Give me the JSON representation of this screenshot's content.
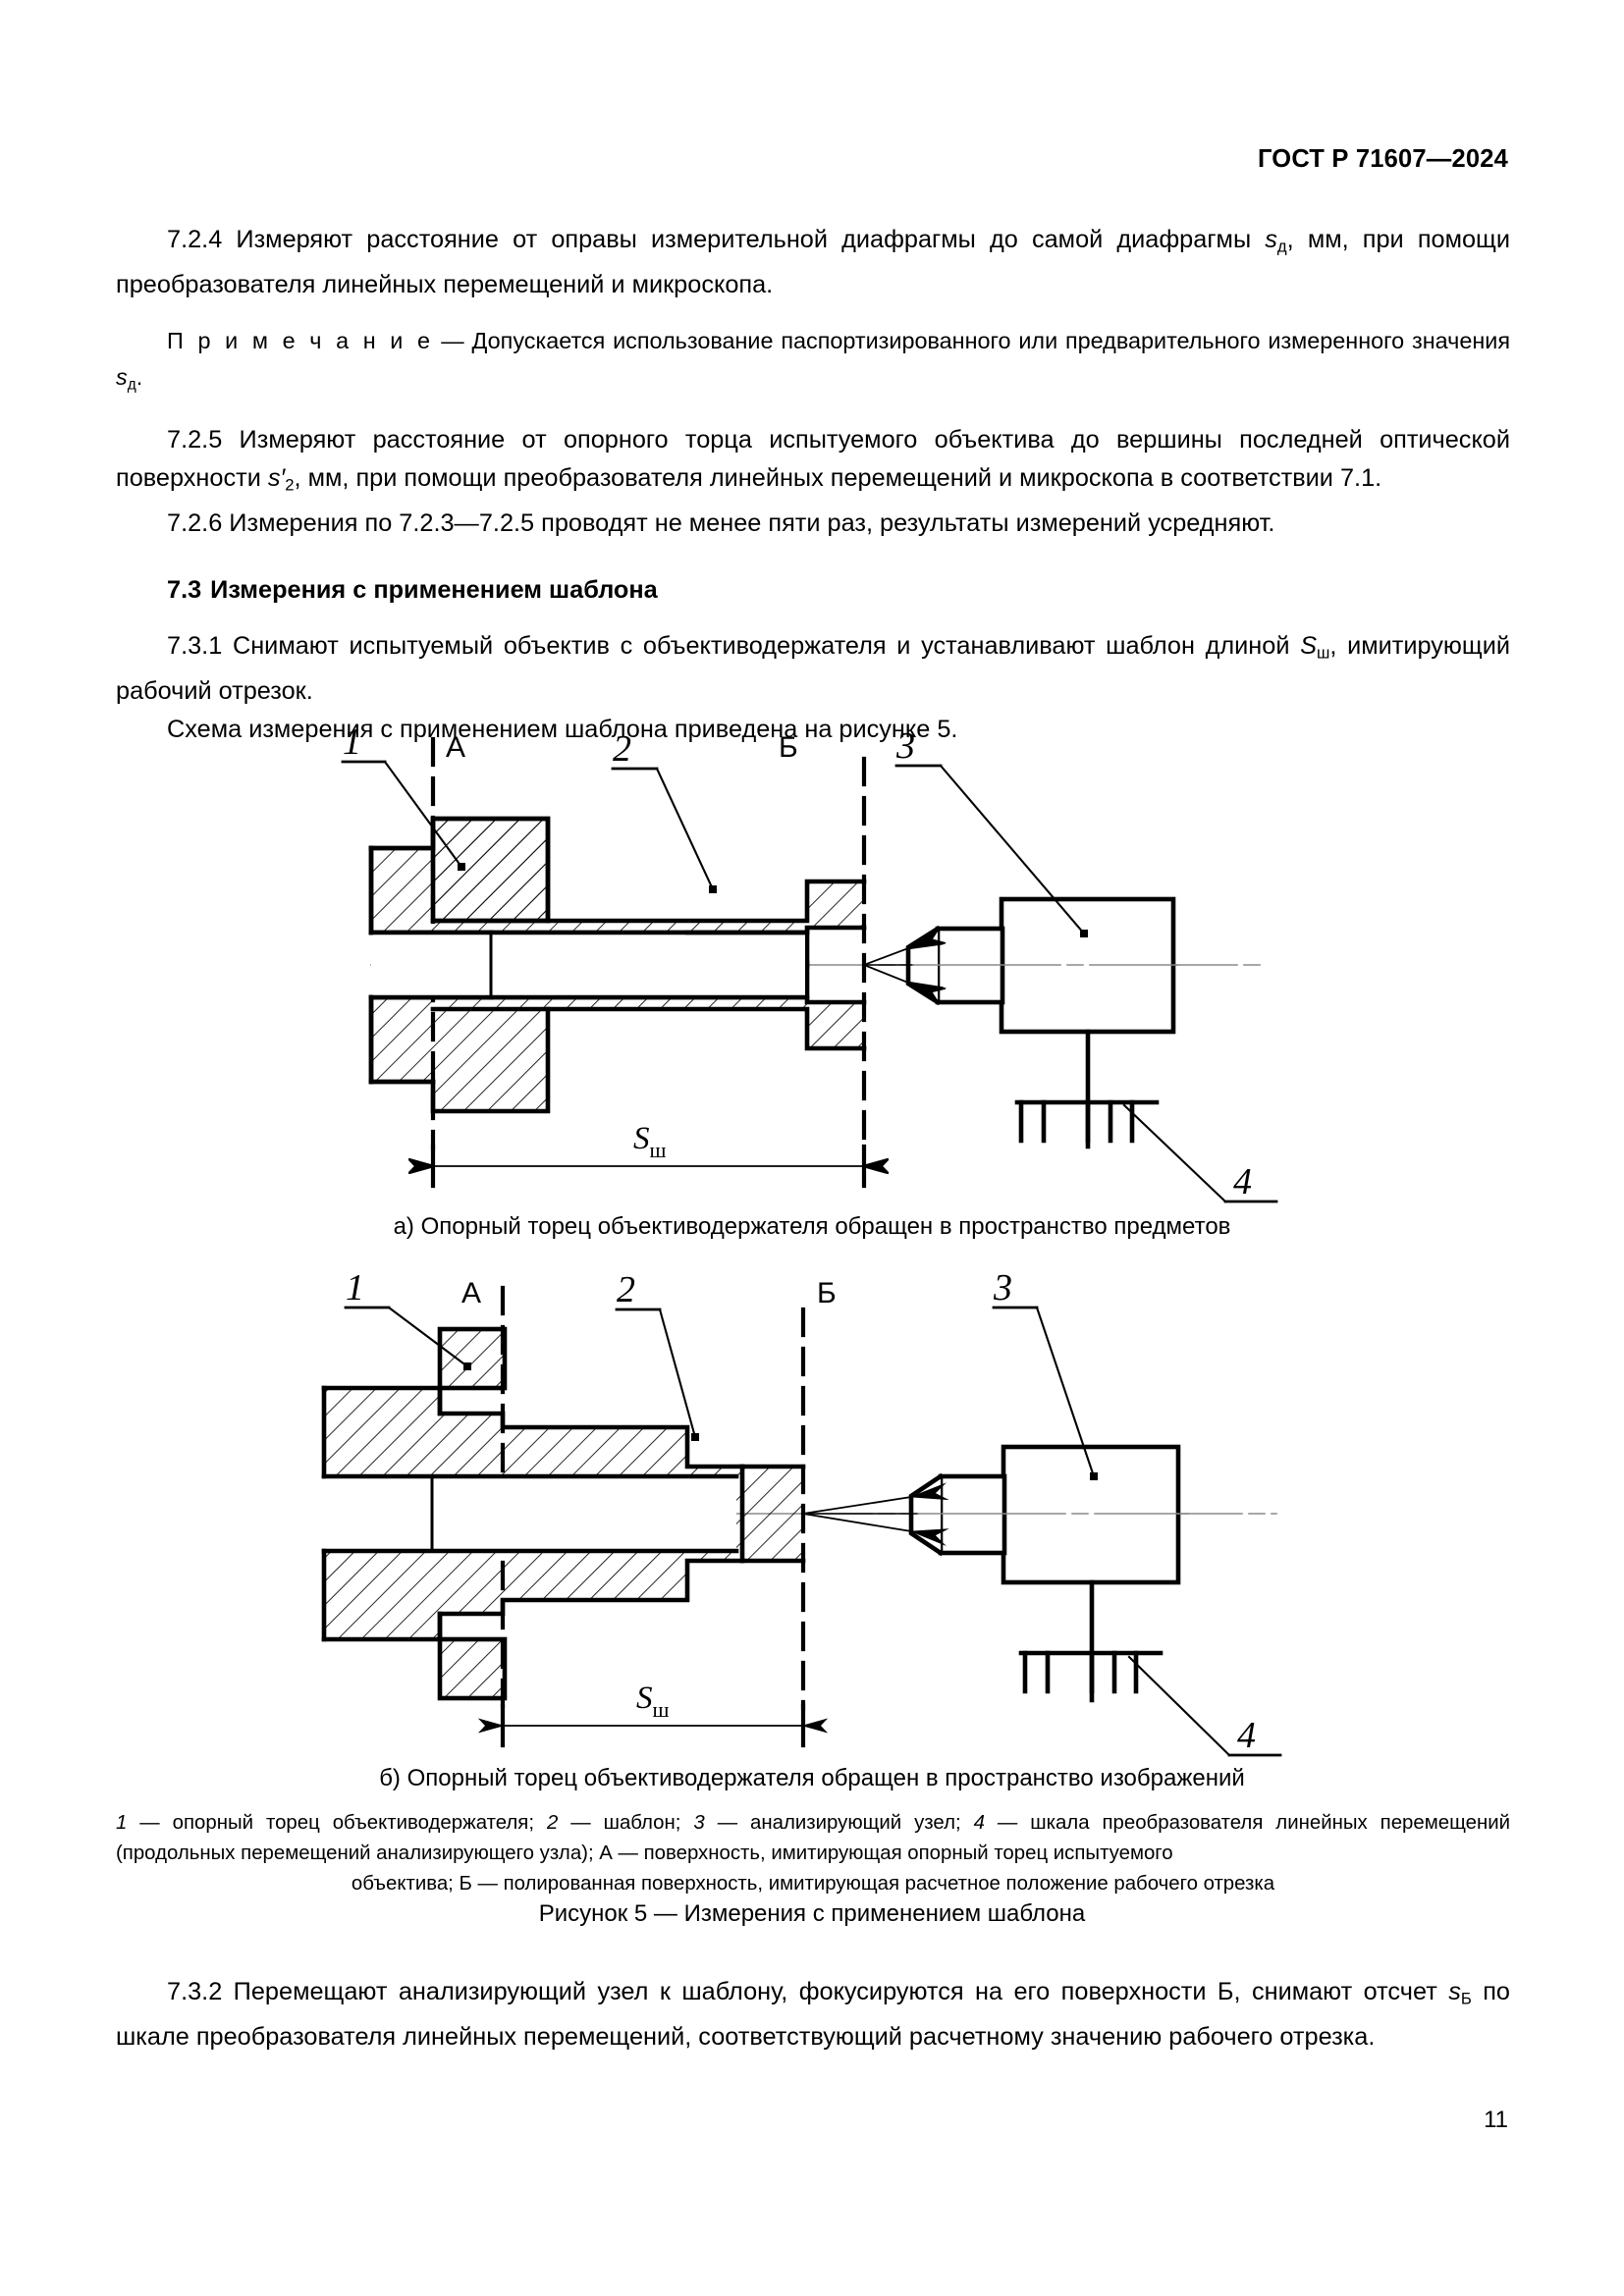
{
  "header": {
    "standard": "ГОСТ Р 71607—2024"
  },
  "paragraphs": {
    "p724_a": "7.2.4  Измеряют расстояние от оправы измерительной диафрагмы до самой диафрагмы ",
    "p724_sym": "s",
    "p724_sub": "д",
    "p724_b": ", мм, при помощи преобразователя линейных перемещений и микроскопа.",
    "note_label": "П р и м е ч а н и е",
    "note_dash": " — ",
    "note_a": "Допускается использование паспортизированного или предварительного измеренного значения ",
    "note_sym": "s",
    "note_sub": "д",
    "note_b": ".",
    "p725_a": "7.2.5  Измеряют расстояние от опорного торца испытуемого объектива до вершины последней оптической поверхности ",
    "p725_sym": "s′",
    "p725_sub": "2",
    "p725_b": ", мм, при помощи преобразователя линейных перемещений и микроскопа в соответствии 7.1.",
    "p726": "7.2.6  Измерения по 7.2.3—7.2.5 проводят не менее пяти раз, результаты измерений усредняют.",
    "h73_num": "7.3",
    "h73_title": "Измерения с применением шаблона",
    "p731_a": "7.3.1  Снимают испытуемый объектив с объективодержателя и устанавливают шаблон длиной ",
    "p731_sym": "S",
    "p731_sub": "ш",
    "p731_b": ", имитирующий рабочий отрезок.",
    "p731_c": "Схема измерения с применением шаблона приведена на рисунке 5.",
    "p732_a": "7.3.2  Перемещают анализирующий узел к шаблону, фокусируются на его поверхности Б, снимают отсчет ",
    "p732_sym": "s",
    "p732_sub": "Б",
    "p732_b": " по шкале преобразователя линейных перемещений, соответствующий расчетному значению рабочего отрезка."
  },
  "figure": {
    "number": "Рисунок 5 — Измерения с применением шаблона",
    "caption_a": "а)  Опорный торец объективодержателя обращен в пространство предметов",
    "caption_b": "б)  Опорный торец объективодержателя обращен в пространство изображений",
    "dimension_symbol": "S",
    "dimension_subscript": "ш",
    "callouts": {
      "one": "1",
      "two": "2",
      "three": "3",
      "four": "4",
      "surface_a": "А",
      "surface_b": "Б"
    },
    "legend": {
      "i1": "1",
      "t1": " — опорный торец объективодержателя; ",
      "i2": "2",
      "t2": " — шаблон; ",
      "i3": "3",
      "t3": " — анализирующий узел; ",
      "i4": "4",
      "t4": " — шкала преобразователя линейных перемещений (продольных перемещений анализирующего узла); А — поверхность, имитирующая опорный торец испытуемого",
      "t5": "объектива; Б — полированная поверхность, имитирующая расчетное положение рабочего отрезка"
    }
  },
  "footer": {
    "page_number": "11"
  },
  "colors": {
    "ink": "#000000",
    "paper": "#ffffff",
    "axis_line": "#808080"
  }
}
